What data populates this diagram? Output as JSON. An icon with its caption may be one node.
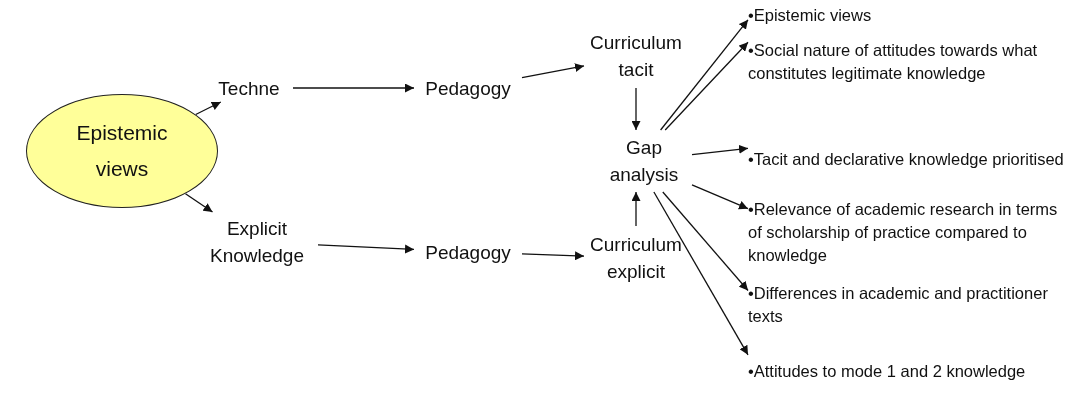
{
  "diagram": {
    "nodes": [
      {
        "text": [
          "Epistemic views"
        ]
      },
      {
        "text": [
          "Techne"
        ]
      },
      {
        "text": [
          "Explicit Knowledge"
        ]
      },
      {
        "text": [
          "Pedagogy"
        ]
      },
      {
        "text": [
          "Pedagogy"
        ]
      },
      {
        "text": [
          "Curriculum tacit"
        ]
      },
      {
        "text": [
          "Gap analysis"
        ]
      },
      {
        "text": [
          "Curriculum explicit"
        ]
      },
      {
        "text": [
          "•Epistemic views"
        ]
      },
      {
        "text": [
          "•Social nature of attitudes towards what constitutes legitimate knowledge"
        ]
      },
      {
        "text": [
          "•Tacit and declarative knowledge prioritised"
        ]
      },
      {
        "text": [
          "•Relevance of academic research in terms of scholarship of practice compared to knowledge"
        ]
      },
      {
        "text": [
          "•Differences in academic and practitioner texts"
        ]
      },
      {
        "text": [
          "•Attitudes to mode 1 and 2 knowledge"
        ]
      }
    ],
    "edges": [
      {
        "from": 0,
        "to": 1,
        "arrow": "to"
      },
      {
        "from": 0,
        "to": 2,
        "arrow": "to"
      },
      {
        "from": 1,
        "to": 3,
        "arrow": "to"
      },
      {
        "from": 2,
        "to": 4,
        "arrow": "to"
      },
      {
        "from": 3,
        "to": 5,
        "arrow": "to"
      },
      {
        "from": 4,
        "to": 7,
        "arrow": "to"
      },
      {
        "from": 5,
        "to": 6,
        "arrow": "to"
      },
      {
        "from": 7,
        "to": 6,
        "arrow": "to"
      },
      {
        "from": 6,
        "to": 8,
        "arrow": "to"
      },
      {
        "from": 6,
        "to": 9,
        "arrow": "to"
      },
      {
        "from": 6,
        "to": 10,
        "arrow": "to"
      },
      {
        "from": 6,
        "to": 11,
        "arrow": "to"
      },
      {
        "from": 6,
        "to": 12,
        "arrow": "to"
      },
      {
        "from": 6,
        "to": 13,
        "arrow": "to"
      }
    ]
  }
}
